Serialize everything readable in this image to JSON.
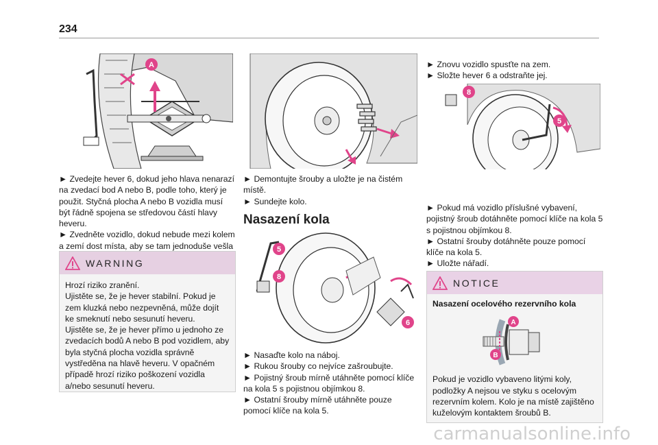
{
  "page": {
    "number": "234"
  },
  "figures": {
    "jack": {
      "callout_a": "A"
    },
    "bolts": {},
    "fitting": {
      "callout_5": "5",
      "callout_8": "8",
      "callout_6": "6"
    },
    "lower": {
      "callout_8": "8",
      "callout_5": "5"
    },
    "washer": {
      "callout_a": "A",
      "callout_b": "B"
    }
  },
  "col1": {
    "p1": "► Zvedejte hever 6, dokud jeho hlava nenarazí na zvedací bod A nebo B, podle toho, který je použit. Styčná plocha A nebo B vozidla musí být řádně spojena se středovou částí hlavy heveru.",
    "p2": "► Zvedněte vozidlo, dokud nebude mezi kolem a zemí dost místa, aby se tam jednoduše vešla rezerva (nepíchnutá).",
    "warning": {
      "title": "WARNING",
      "lines": [
        "Hrozí riziko zranění.",
        "Ujistěte se, že je hever stabilní. Pokud je zem kluzká nebo nezpevněná, může dojít ke smeknutí nebo sesunutí heveru.",
        "Ujistěte se, že je hever přímo u jednoho ze zvedacích bodů A nebo B pod vozidlem, aby byla styčná plocha vozidla správně vystředěna na hlavě heveru. V opačném případě hrozí riziko poškození vozidla a/nebo sesunutí heveru."
      ]
    }
  },
  "col2": {
    "p1": "► Demontujte šrouby a uložte je na čistém místě.",
    "p2": "► Sundejte kolo.",
    "heading": "Nasazení kola",
    "p3": "► Nasaďte kolo na náboj.",
    "p4": "► Rukou šrouby co nejvíce zašroubujte.",
    "p5": "► Pojistný šroub mírně utáhněte pomocí klíče na kola 5 s pojistnou objímkou 8.",
    "p6": "► Ostatní šrouby mírně utáhněte pouze pomocí klíče na kola 5."
  },
  "col3": {
    "p1": "► Znovu vozidlo spusťte na zem.",
    "p2": "► Složte hever 6 a odstraňte jej.",
    "p3": "► Pokud má vozidlo příslušné vybavení, pojistný šroub dotáhněte pomocí klíče na kola 5 s pojistnou objímkou 8.",
    "p4": "► Ostatní šrouby dotáhněte pouze pomocí klíče na kola 5.",
    "p5": "► Uložte nářadí.",
    "notice": {
      "title": "NOTICE",
      "subtitle": "Nasazení ocelového rezervního kola",
      "text": "Pokud je vozidlo vybaveno litými koly, podložky A nejsou ve styku s ocelovým rezervním kolem. Kolo je na místě zajištěno kuželovým kontaktem šroubů B."
    }
  },
  "footer": {
    "watermark": "carmanualsonline.info"
  },
  "colors": {
    "accent": "#e0448a",
    "box_header": "#e6d0e2",
    "rule": "#9a9a9a"
  }
}
